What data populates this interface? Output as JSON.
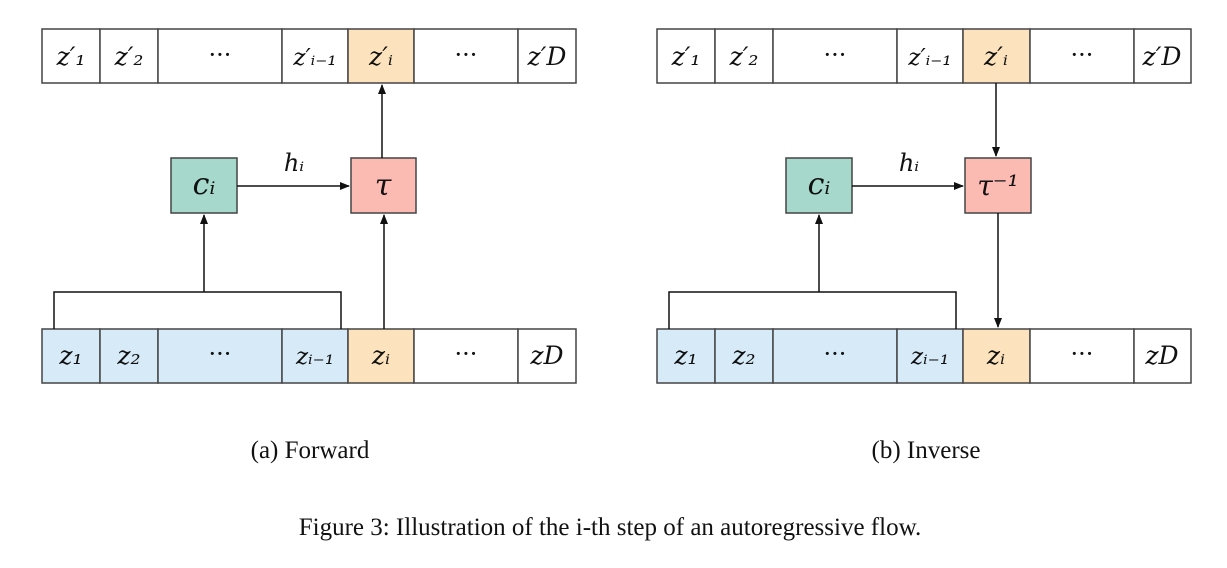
{
  "colors": {
    "light_blue": "#d6eaf8",
    "orange": "#fde3bd",
    "teal": "#a6d9cc",
    "salmon": "#fbbab2",
    "white": "#ffffff",
    "stroke": "#444444"
  },
  "panels": [
    {
      "id": "forward",
      "caption": "(a) Forward",
      "top_row": [
        "z′₁",
        "z′₂",
        "···",
        "z′ᵢ₋₁",
        "z′ᵢ",
        "···",
        "z′D"
      ],
      "bottom_row": [
        "z₁",
        "z₂",
        "···",
        "zᵢ₋₁",
        "zᵢ",
        "···",
        "zD"
      ],
      "conditioner": "cᵢ",
      "transform": "τ",
      "edge_label": "hᵢ"
    },
    {
      "id": "inverse",
      "caption": "(b) Inverse",
      "top_row": [
        "z′₁",
        "z′₂",
        "···",
        "z′ᵢ₋₁",
        "z′ᵢ",
        "···",
        "z′D"
      ],
      "bottom_row": [
        "z₁",
        "z₂",
        "···",
        "zᵢ₋₁",
        "zᵢ",
        "···",
        "zD"
      ],
      "conditioner": "cᵢ",
      "transform": "τ⁻¹",
      "edge_label": "hᵢ"
    }
  ],
  "figure_caption": "Figure 3: Illustration of the i-th step of an autoregressive flow."
}
